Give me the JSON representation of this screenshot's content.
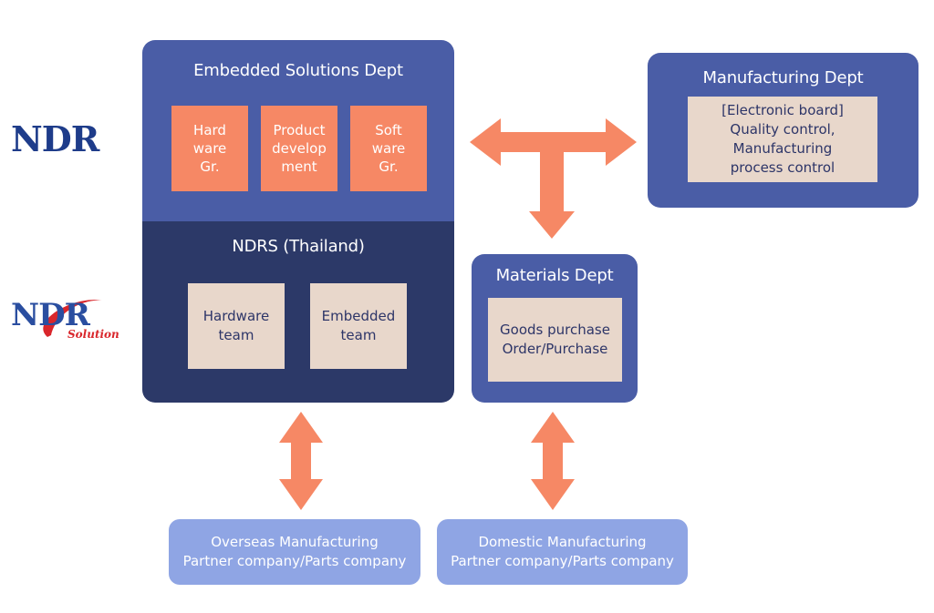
{
  "logos": {
    "ndr": "NDR",
    "ndr_solution": {
      "mark": "NDR",
      "sub": "Solution"
    }
  },
  "embedded_dept": {
    "title": "Embedded Solutions Dept",
    "groups": [
      "Hard\nware\nGr.",
      "Product\ndevelop\nment",
      "Soft\nware\nGr."
    ]
  },
  "ndrs": {
    "title": "NDRS (Thailand)",
    "teams": [
      "Hardware\nteam",
      "Embedded\nteam"
    ]
  },
  "manufacturing_dept": {
    "title": "Manufacturing Dept",
    "body": "[Electronic board]\nQuality control,\nManufacturing\nprocess control"
  },
  "materials_dept": {
    "title": "Materials Dept",
    "body": "Goods purchase\nOrder/Purchase"
  },
  "partners": {
    "overseas": "Overseas Manufacturing\nPartner company/Parts company",
    "domestic": "Domestic Manufacturing\nPartner company/Parts company"
  },
  "colors": {
    "dept_blue": "#4a5da6",
    "ndrs_navy": "#2c3968",
    "orange": "#f68865",
    "beige": "#e8d7cb",
    "partner_blue": "#8fa5e4"
  }
}
